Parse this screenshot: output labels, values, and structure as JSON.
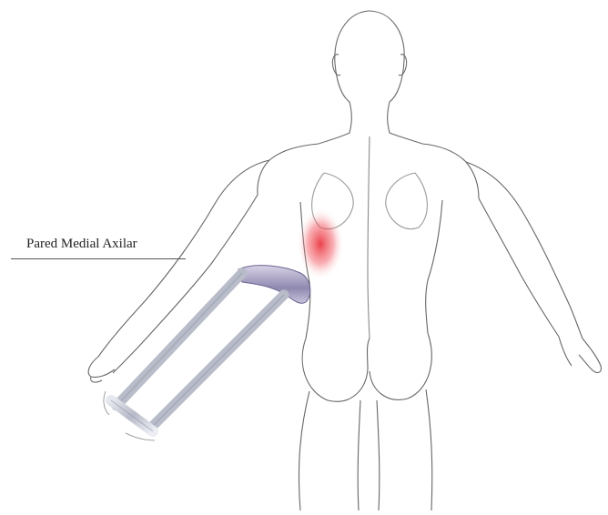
{
  "annotation": {
    "label": "Pared Medial Axilar"
  },
  "colors": {
    "background": "#ffffff",
    "sketch_line": "#555555",
    "highlight": "#e8202a",
    "device": "#9aa0c0"
  },
  "figure": {
    "subject": "back-view-human-figure-sketch",
    "highlight_region": "medial-axillary-wall",
    "device": "shoulder-pulley-handle"
  }
}
